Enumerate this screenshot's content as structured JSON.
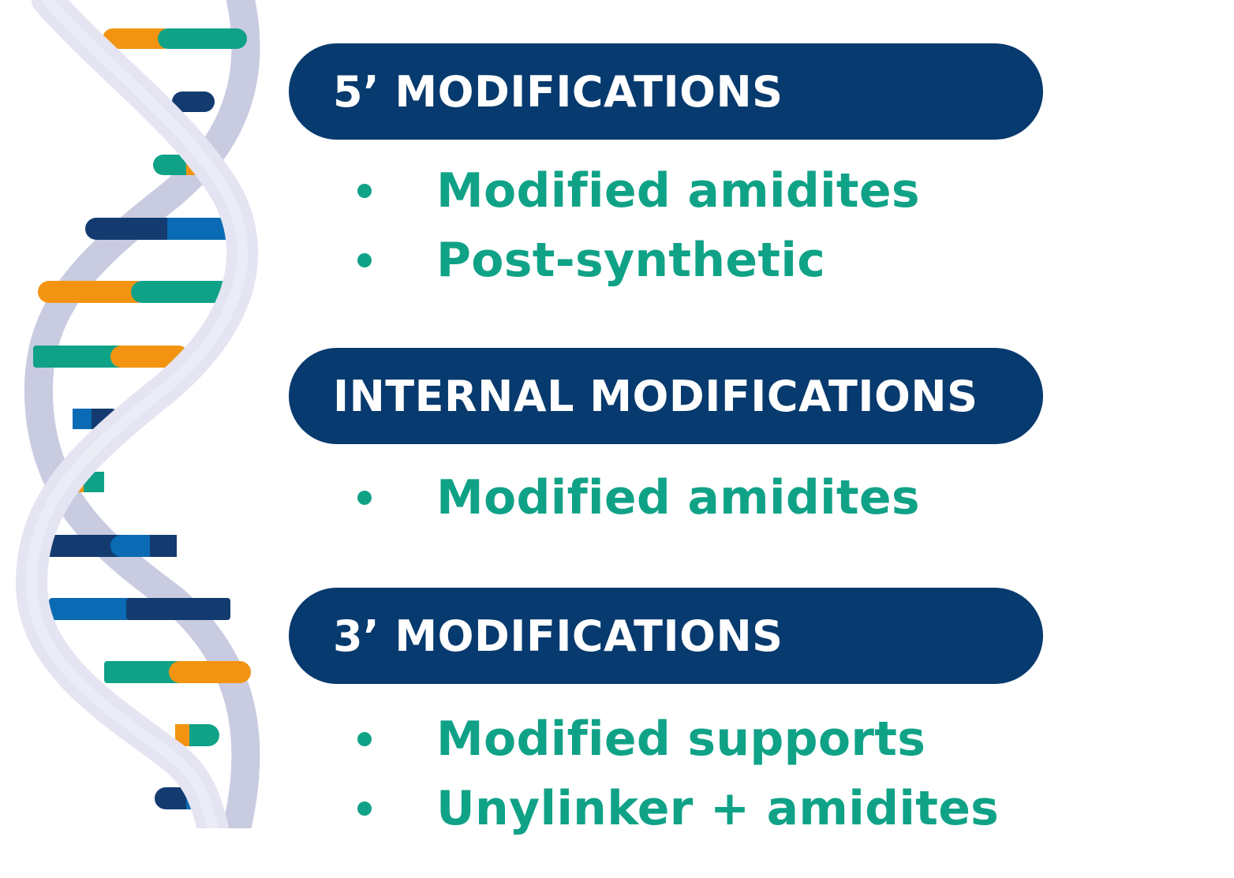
{
  "colors": {
    "header_bg": "#073a6e",
    "header_text": "#ffffff",
    "bullet_text": "#10a287",
    "dna_backbone_light": "#e4e4f2",
    "dna_backbone_shadow": "#c9cbe1",
    "base_orange": "#f29412",
    "base_green": "#10a287",
    "base_navy": "#133b70",
    "base_blue": "#0a6ab3"
  },
  "graphic": {
    "icon": "dna-double-helix-icon"
  },
  "sections": [
    {
      "title": "5’ MODIFICATIONS",
      "items": [
        "Modified amidites",
        "Post-synthetic"
      ]
    },
    {
      "title": "INTERNAL MODIFICATIONS",
      "items": [
        "Modified amidites"
      ]
    },
    {
      "title": "3’ MODIFICATIONS",
      "items": [
        "Modified supports",
        "Unylinker + amidites"
      ]
    }
  ]
}
